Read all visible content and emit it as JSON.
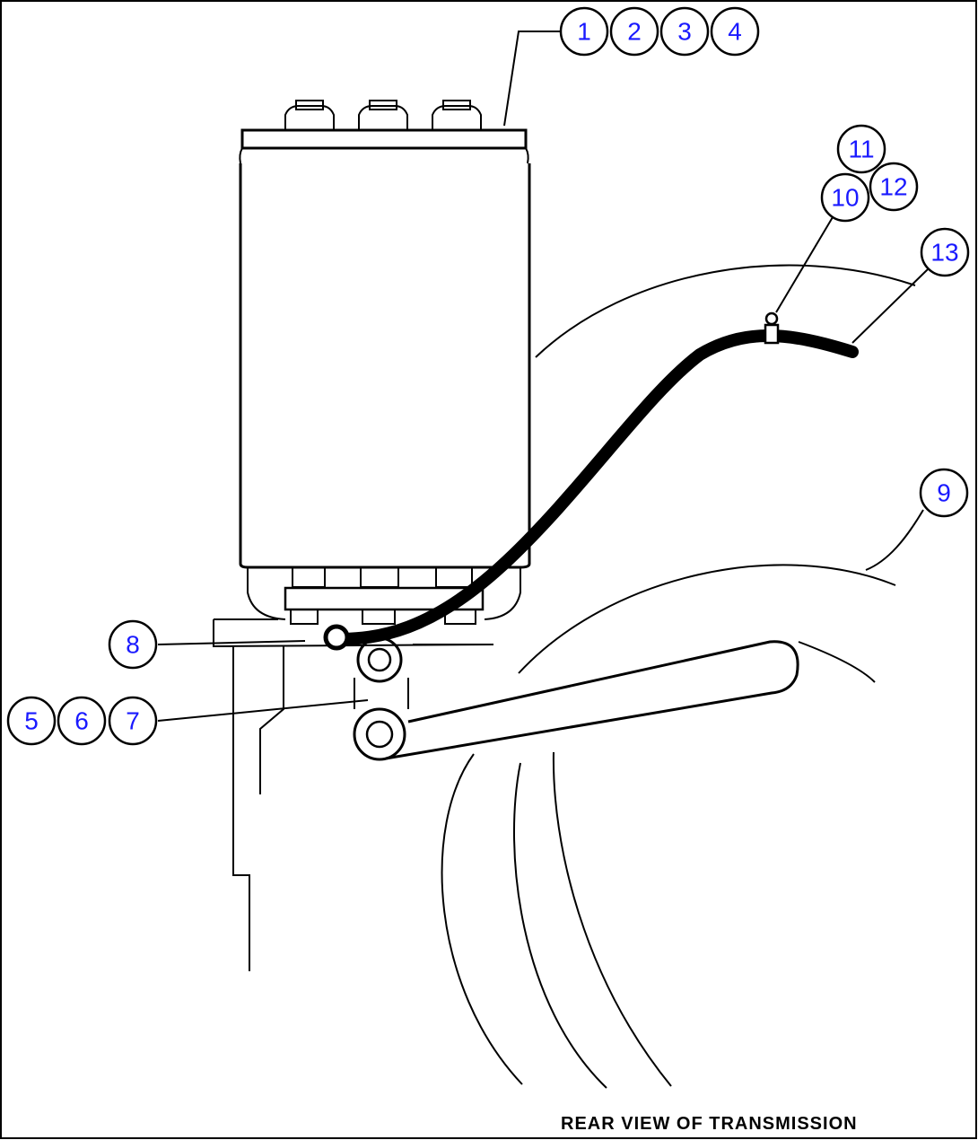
{
  "caption": "REAR VIEW OF TRANSMISSION",
  "colors": {
    "callout_text": "#1a1aff",
    "line": "#000000",
    "background": "#ffffff"
  },
  "callouts": [
    {
      "id": "c1",
      "label": "1"
    },
    {
      "id": "c2",
      "label": "2"
    },
    {
      "id": "c3",
      "label": "3"
    },
    {
      "id": "c4",
      "label": "4"
    },
    {
      "id": "c5",
      "label": "5"
    },
    {
      "id": "c6",
      "label": "6"
    },
    {
      "id": "c7",
      "label": "7"
    },
    {
      "id": "c8",
      "label": "8"
    },
    {
      "id": "c9",
      "label": "9"
    },
    {
      "id": "c10",
      "label": "10"
    },
    {
      "id": "c11",
      "label": "11"
    },
    {
      "id": "c12",
      "label": "12"
    },
    {
      "id": "c13",
      "label": "13"
    }
  ]
}
